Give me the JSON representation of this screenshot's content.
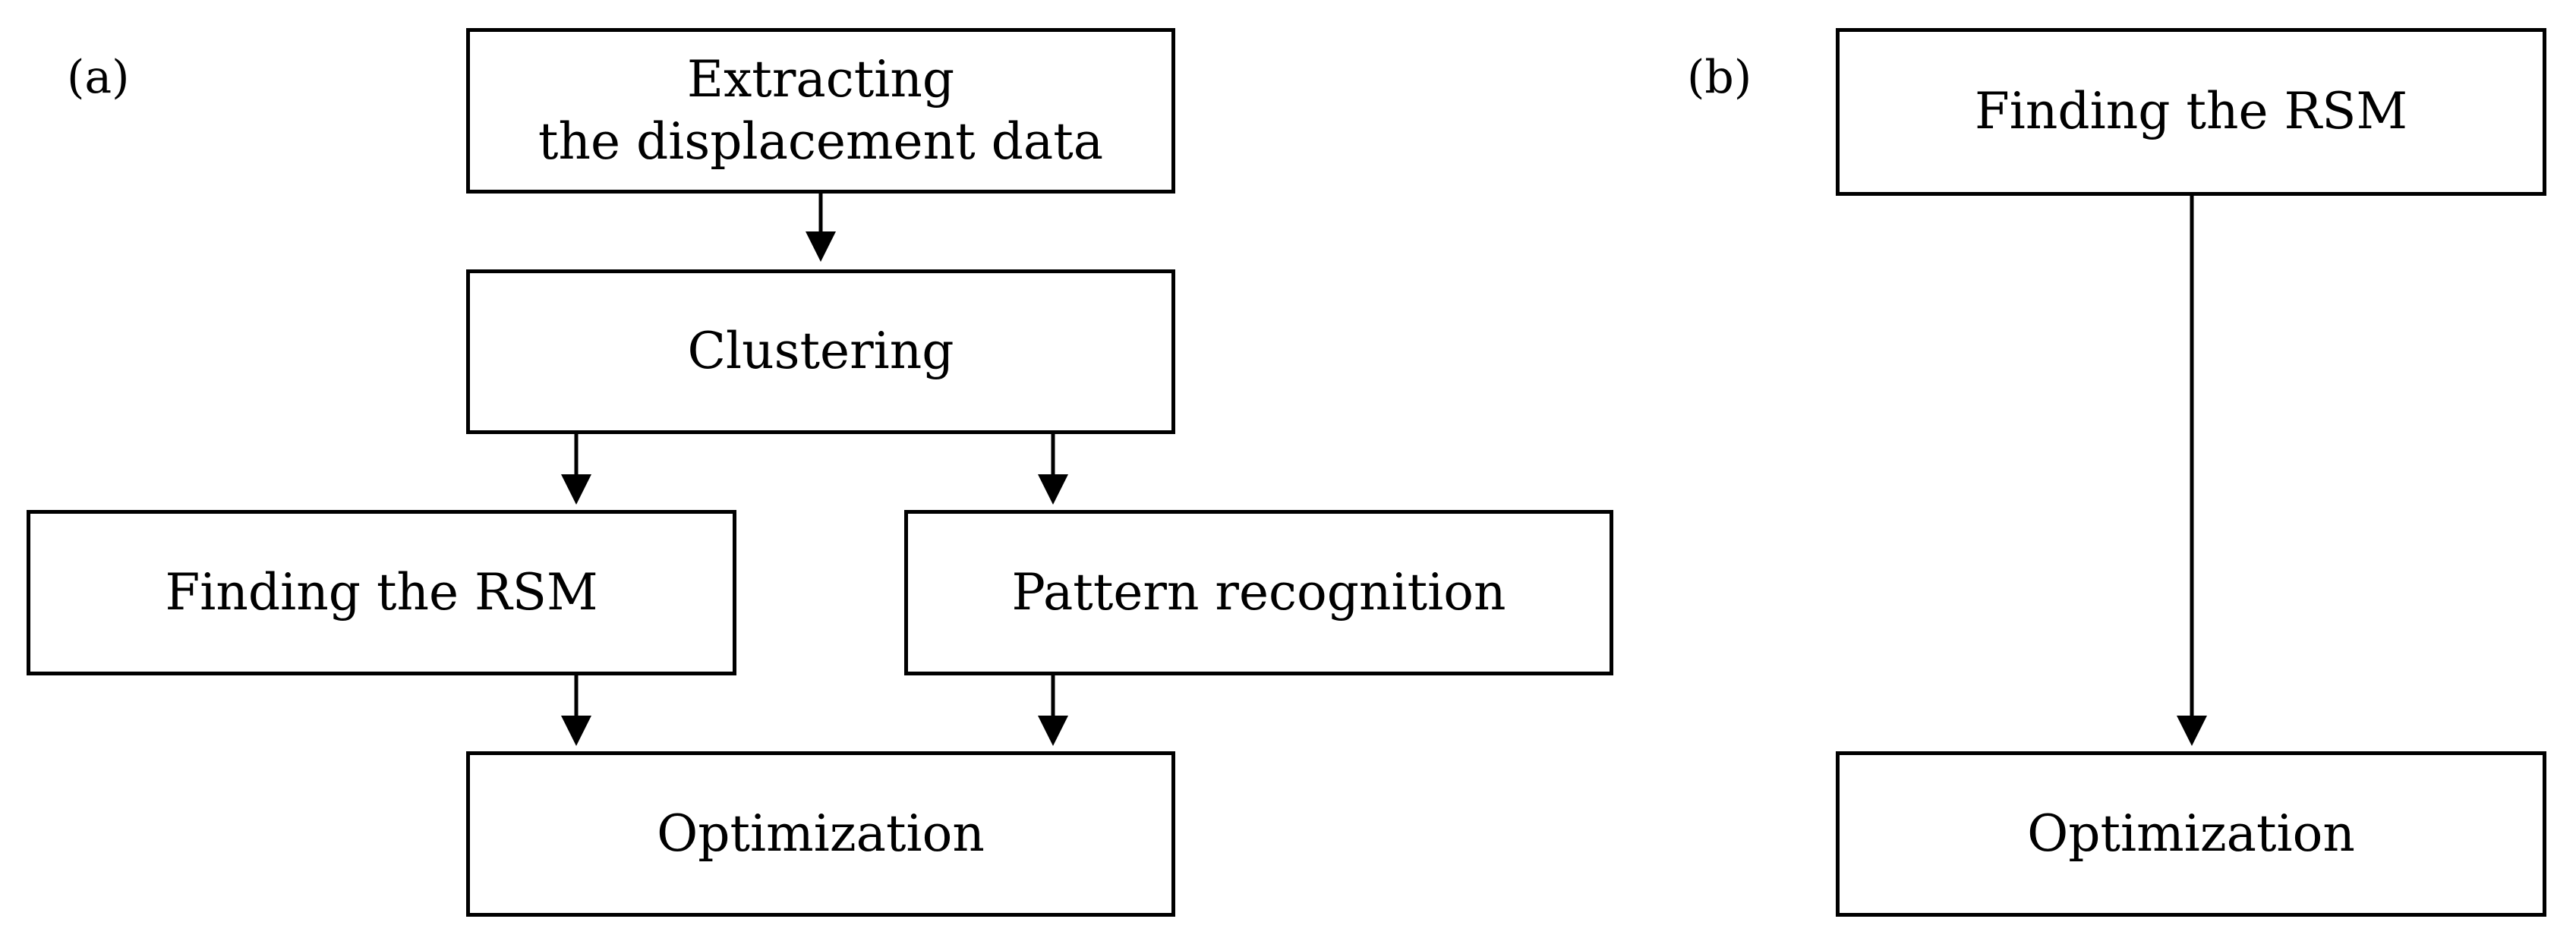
{
  "panels": {
    "a": {
      "label": "(a)"
    },
    "b": {
      "label": "(b)"
    }
  },
  "diagram_a": {
    "nodes": {
      "extract": {
        "lines": [
          "Extracting",
          "the displacement  data"
        ]
      },
      "cluster": {
        "text": "Clustering"
      },
      "rsm": {
        "text": "Finding  the RSM"
      },
      "pattern": {
        "text": "Pattern recognition"
      },
      "optimization": {
        "text": "Optimization"
      }
    },
    "edges": [
      {
        "from": "extract",
        "to": "cluster"
      },
      {
        "from": "cluster",
        "to": "rsm"
      },
      {
        "from": "cluster",
        "to": "pattern"
      },
      {
        "from": "rsm",
        "to": "optimization"
      },
      {
        "from": "pattern",
        "to": "optimization"
      }
    ]
  },
  "diagram_b": {
    "nodes": {
      "rsm": {
        "text": "Finding  the RSM"
      },
      "optimization": {
        "text": "Optimization"
      }
    },
    "edges": [
      {
        "from": "rsm",
        "to": "optimization"
      }
    ]
  }
}
